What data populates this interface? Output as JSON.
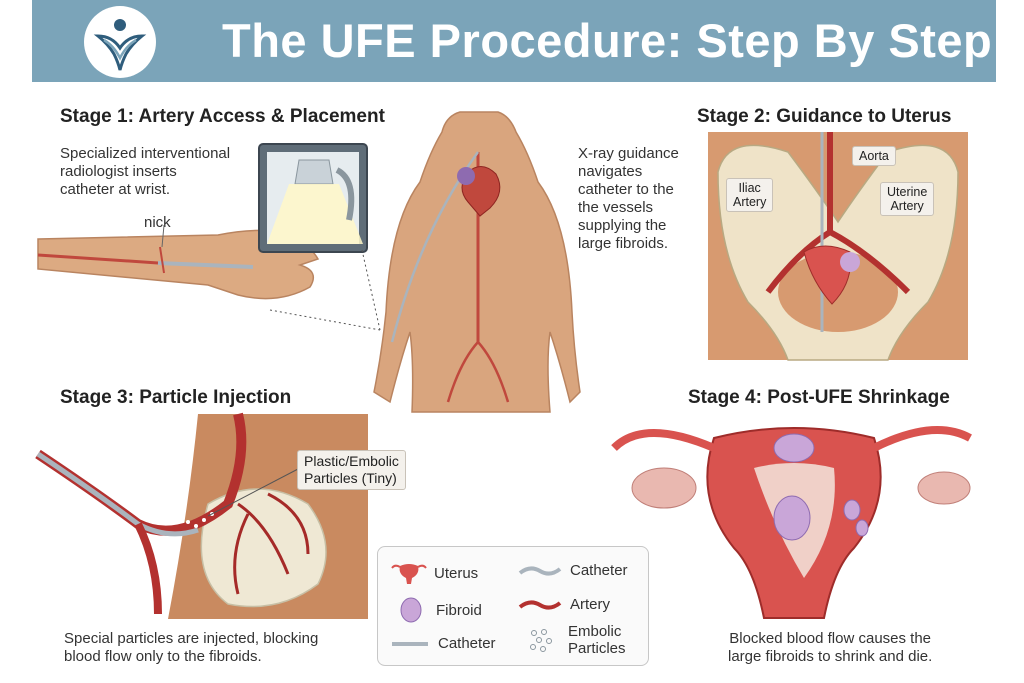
{
  "header": {
    "title": "The UFE Procedure: Step By Step",
    "logo_icon": "figure-logo-icon"
  },
  "stage1": {
    "title": "Stage 1: Artery Access & Placement",
    "description_lines": [
      "Specialized interventional",
      "radiologist inserts",
      "catheter at wrist."
    ],
    "nick_label": "nick"
  },
  "xray": {
    "description_lines": [
      "X-ray guidance",
      "navigates",
      "catheter to the",
      "the vessels",
      "supplying the",
      "large fibroids."
    ]
  },
  "stage2": {
    "title": "Stage 2: Guidance to Uterus",
    "labels": {
      "aorta": "Aorta",
      "iliac_1": "Iliac",
      "iliac_2": "Artery",
      "uterine_1": "Uterine",
      "uterine_2": "Artery"
    }
  },
  "stage3": {
    "title": "Stage 3: Particle Injection",
    "particles_label_1": "Plastic/Embolic",
    "particles_label_2": "Particles (Tiny)",
    "caption_lines": [
      "Special particles are injected, blocking",
      "blood flow only to the fibroids."
    ]
  },
  "stage4": {
    "title": "Stage 4: Post-UFE Shrinkage",
    "caption_lines": [
      "Blocked blood flow causes the",
      "large fibroids to shrink and die."
    ]
  },
  "legend": {
    "uterus": "Uterus",
    "catheter_a": "Catheter",
    "fibroid": "Fibroid",
    "artery": "Artery",
    "catheter_b": "Catheter",
    "embolic_1": "Embolic",
    "embolic_2": "Particles"
  },
  "colors": {
    "banner": "#7ba4b9",
    "skin": "#d9a57e",
    "artery": "#b3312f",
    "fibroid": "#c9a6d8",
    "uterus": "#d9534f",
    "bone": "#efe3c8",
    "catheter": "#aab4bd"
  }
}
